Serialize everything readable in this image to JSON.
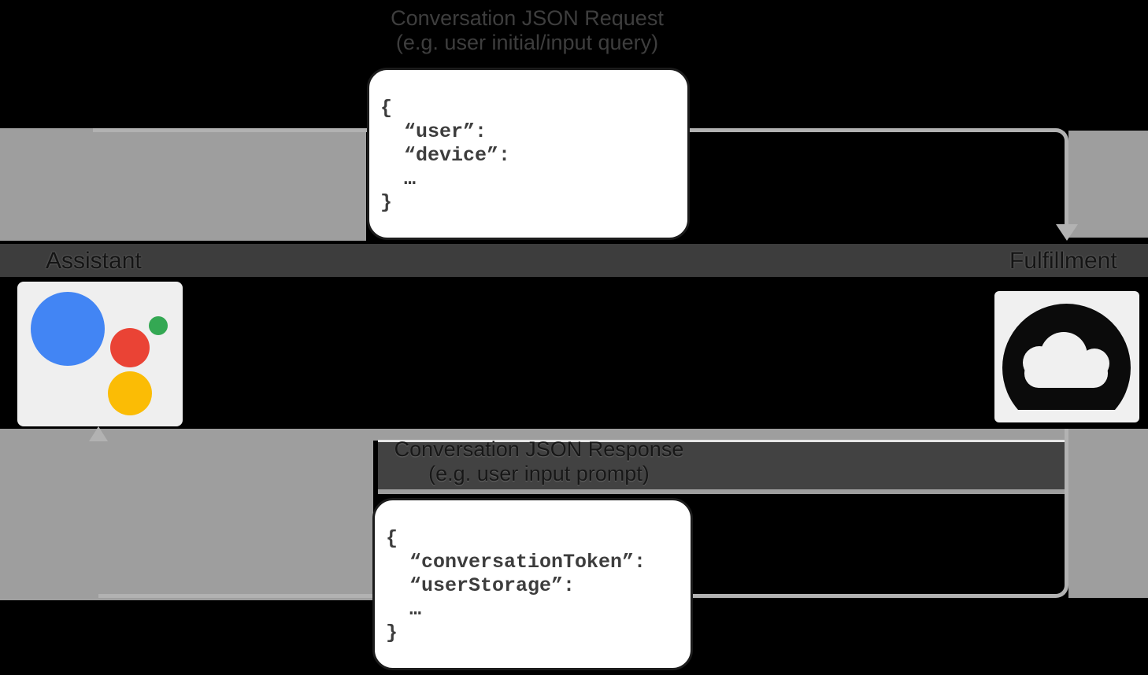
{
  "request": {
    "title": "Conversation JSON Request",
    "subtitle": "(e.g. user initial/input query)",
    "json_snippet": "{\n  “user”:\n  “device”:\n  …\n}"
  },
  "response": {
    "title": "Conversation JSON Response",
    "subtitle": "(e.g. user input prompt)",
    "json_snippet": "{\n  “conversationToken”:\n  “userStorage”:\n  …\n}"
  },
  "actors": {
    "assistant": {
      "label": "Assistant",
      "icon": "google-assistant-logo"
    },
    "fulfillment": {
      "label": "Fulfillment",
      "icon": "google-cloud-logo"
    }
  },
  "colors": {
    "assistant_blue": "#4285F4",
    "assistant_red": "#EA4335",
    "assistant_green": "#34A853",
    "assistant_yellow": "#FBBC05",
    "arrow_gray": "#b2b2b2",
    "fill_gray": "#9e9e9e",
    "label_band_dark": "#3d3d3d",
    "json_text": "#3d3d3d"
  }
}
